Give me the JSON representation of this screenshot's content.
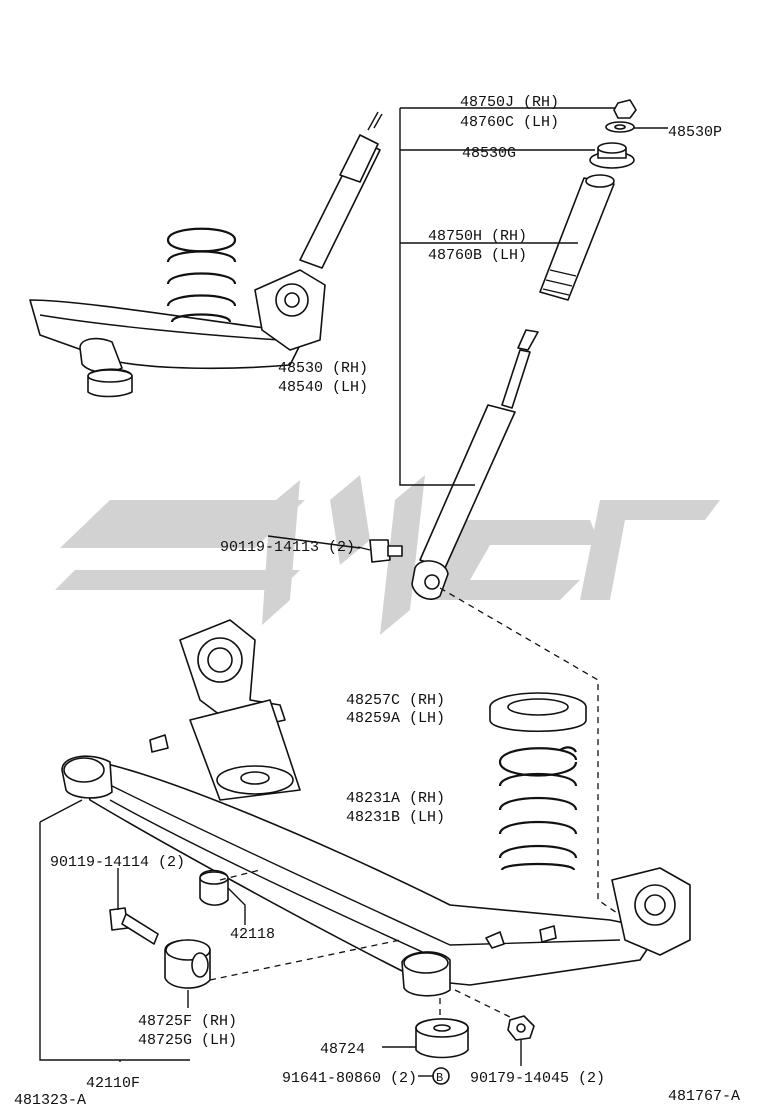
{
  "diagram": {
    "ref_left": "481323-A",
    "ref_right": "481767-A",
    "labels": {
      "nut_top_1": "48750J (RH)",
      "nut_top_2": "48760C (LH)",
      "washer_top": "48530P",
      "mount_top": "48530G",
      "cover_1": "48750H (RH)",
      "cover_2": "48760B (LH)",
      "absorber_1": "48530 (RH)",
      "absorber_2": "48540 (LH)",
      "bolt_upper": "90119-14113 (2)",
      "insulator_1": "48257C (RH)",
      "insulator_2": "48259A (LH)",
      "spring_1": "48231A (RH)",
      "spring_2": "48231B (LH)",
      "bolt_lower": "90119-14114 (2)",
      "bushing_small": "42118",
      "bushing_1": "48725F (RH)",
      "bushing_2": "48725G (LH)",
      "bumper": "48724",
      "axle": "42110F",
      "bolt_b": "91641-80860 (2)",
      "circle_b": "B",
      "nut_lower": "90179-14045 (2)"
    }
  }
}
